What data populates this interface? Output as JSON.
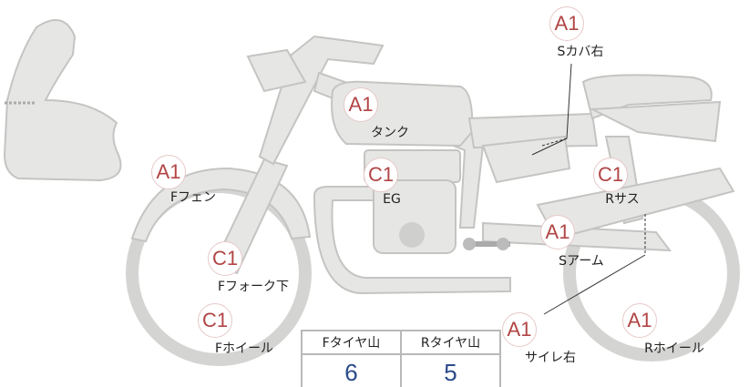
{
  "parts": [
    {
      "id": "s-cover-right",
      "grade": "A1",
      "label": "Sカバ右"
    },
    {
      "id": "tank",
      "grade": "A1",
      "label": "タンク"
    },
    {
      "id": "f-fender",
      "grade": "A1",
      "label": "Fフェン"
    },
    {
      "id": "engine",
      "grade": "C1",
      "label": "EG"
    },
    {
      "id": "r-suspension",
      "grade": "C1",
      "label": "Rサス"
    },
    {
      "id": "swing-arm",
      "grade": "A1",
      "label": "Sアーム"
    },
    {
      "id": "f-fork-lower",
      "grade": "C1",
      "label": "Fフォーク下"
    },
    {
      "id": "f-wheel",
      "grade": "C1",
      "label": "Fホイール"
    },
    {
      "id": "silencer-right",
      "grade": "A1",
      "label": "サイレ右"
    },
    {
      "id": "r-wheel",
      "grade": "A1",
      "label": "Rホイール"
    }
  ],
  "tread": {
    "front_label": "Fタイヤ山",
    "rear_label": "Rタイヤ山",
    "front_value": "6",
    "rear_value": "5"
  },
  "colors": {
    "grade": "#b24545",
    "value": "#2c4a8a",
    "body": "#e6e6e4",
    "outline": "#c4c4c2"
  }
}
